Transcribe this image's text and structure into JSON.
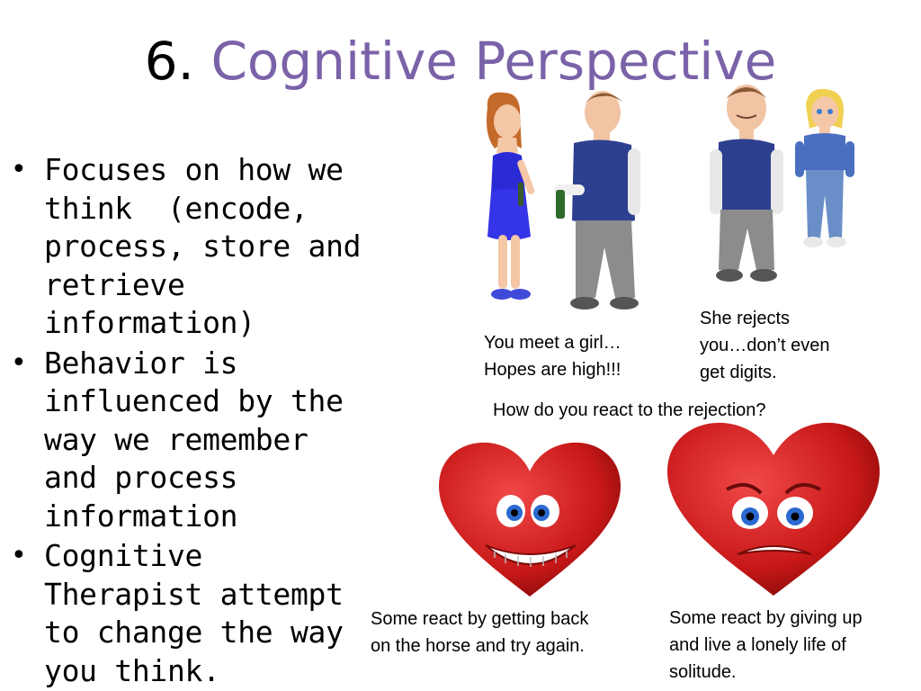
{
  "slide": {
    "title_number": "6.",
    "title_text": "Cognitive Perspective",
    "accent_color": "#7a62a8"
  },
  "bullets": [
    "Focuses on how we think  (encode, process, store and retrieve information)",
    "Behavior is influenced by the way we remember and process information",
    "Cognitive Therapist attempt to change the way you think."
  ],
  "captions": {
    "meet": "You meet a girl…\nHopes are high!!!",
    "rejects": "She rejects\nyou…don’t even\nget digits.",
    "question": "How do you react to the rejection?",
    "happy": "Some react by getting back\non the horse and try again.",
    "sad": "Some react by giving up\nand live a lonely life of\nsolitude."
  },
  "illustrations": [
    "couple-meeting-illustration",
    "rejected-man-illustration",
    "girl-walking-away-illustration",
    "happy-heart-illustration",
    "sad-heart-illustration"
  ]
}
